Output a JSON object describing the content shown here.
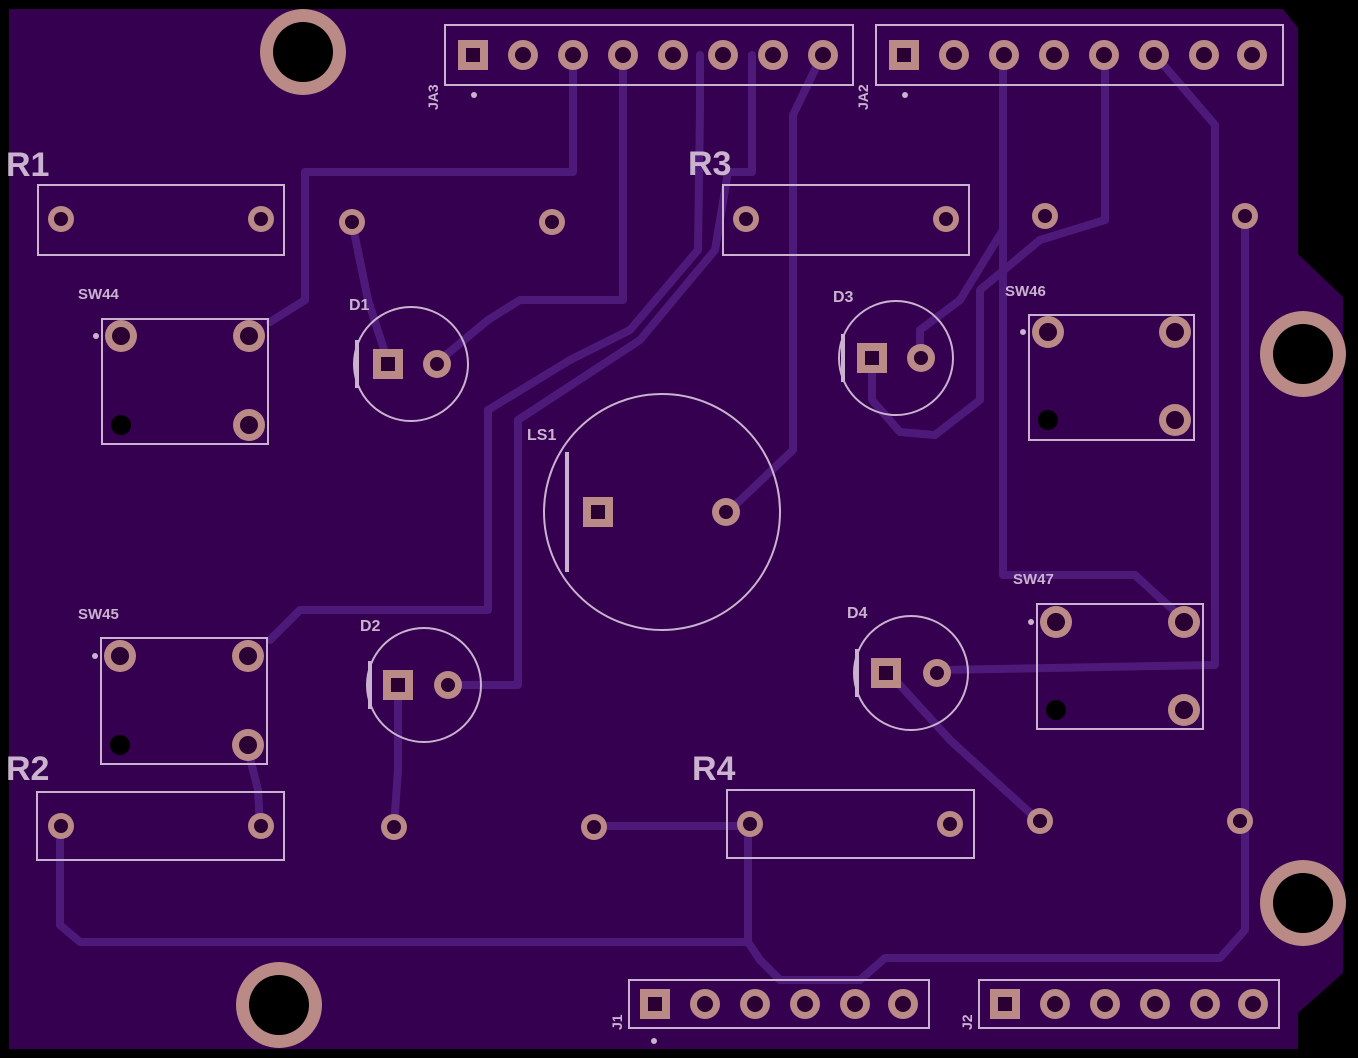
{
  "colors": {
    "board": "#35004f",
    "silkscreen": "#c9b3cf",
    "copper": "#b98a86",
    "trace": "#4e1a7a",
    "background": "#000000"
  },
  "labels": {
    "r1": "R1",
    "r2": "R2",
    "r3": "R3",
    "r4": "R4",
    "d1": "D1",
    "d2": "D2",
    "d3": "D3",
    "d4": "D4",
    "ls1": "LS1",
    "sw44": "SW44",
    "sw45": "SW45",
    "sw46": "SW46",
    "sw47": "SW47",
    "ja3": "JA3",
    "ja2": "JA2",
    "j1": "J1",
    "j2": "J2"
  }
}
